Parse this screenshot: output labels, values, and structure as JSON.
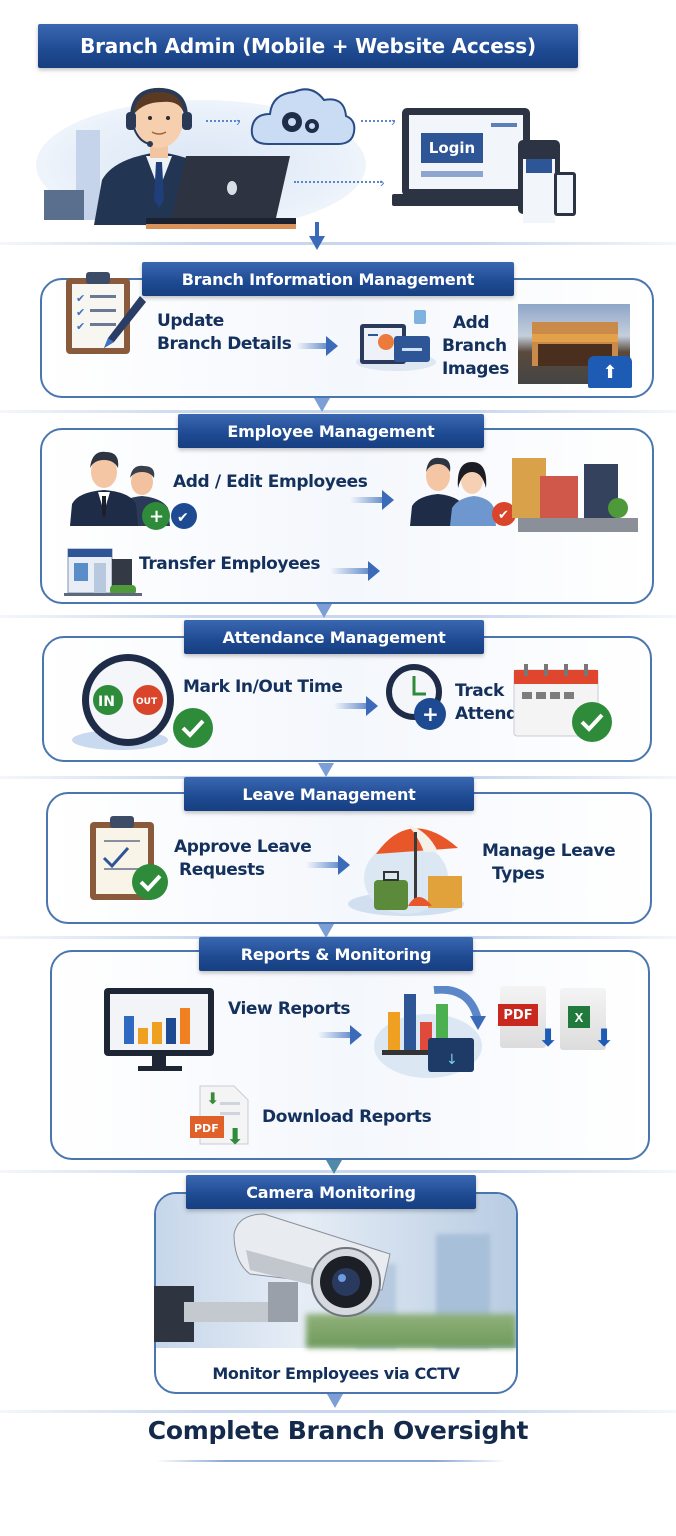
{
  "header": {
    "title": "Branch Admin (Mobile + Website Access)",
    "login_label": "Login"
  },
  "sections": [
    {
      "title": "Branch Information Management",
      "items": [
        "Update\nBranch Details",
        "Add\nBranch\nImages"
      ],
      "item_lines": [
        [
          "Update",
          "Branch Details"
        ],
        [
          "Add",
          "Branch",
          "Images"
        ]
      ]
    },
    {
      "title": "Employee Management",
      "item_lines": [
        [
          "Add / Edit Employees"
        ],
        [
          "Transfer Employees"
        ]
      ]
    },
    {
      "title": "Attendance Management",
      "item_lines": [
        [
          "Mark In/Out Time"
        ],
        [
          "Track",
          "Attendance"
        ]
      ],
      "badges": {
        "in": "IN",
        "out": "OUT"
      }
    },
    {
      "title": "Leave Management",
      "item_lines": [
        [
          "Approve Leave",
          "Requests"
        ],
        [
          "Manage Leave",
          "Types"
        ]
      ]
    },
    {
      "title": "Reports & Monitoring",
      "item_lines": [
        [
          "View Reports"
        ],
        [
          "Download Reports"
        ]
      ],
      "file_labels": {
        "pdf": "PDF"
      }
    },
    {
      "title": "Camera Monitoring",
      "item_lines": [
        [
          "Monitor Employees via CCTV"
        ]
      ]
    }
  ],
  "footer": {
    "title": "Complete Branch Oversight"
  },
  "colors": {
    "banner_blue": "#1e4a92",
    "panel_border": "#4a76b0",
    "text_navy": "#14305c",
    "success_green": "#2e8b3a",
    "alert_red": "#d9452a"
  }
}
